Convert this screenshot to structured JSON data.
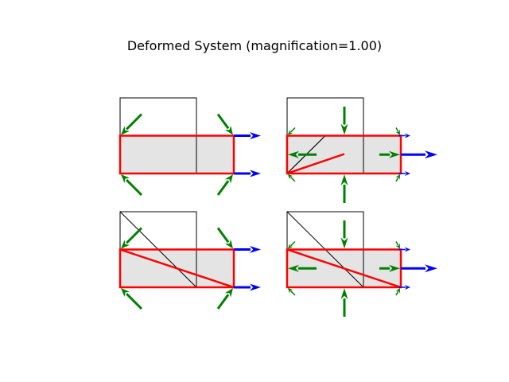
{
  "title": "Deformed System (magnification=1.00)",
  "colors": {
    "undeformed": "#000000",
    "deformed_outline": "#ff0000",
    "deformed_fill": "#e4e4e4",
    "reaction_force": "#008000",
    "applied_force": "#0000ff",
    "background": "#ffffff"
  },
  "panels": [
    {
      "name": "top-left",
      "undeformed_diagonal": false,
      "deformed_diagonal": "none",
      "applied_loads": [
        "right-top",
        "right-bottom"
      ],
      "reactions": [
        "corner-diagonal"
      ]
    },
    {
      "name": "top-right",
      "undeformed_diagonal": false,
      "deformed_diagonal": "partial",
      "applied_loads": [
        "right-mid"
      ],
      "reactions": [
        "mid-vertical",
        "mid-horizontal",
        "corner-small"
      ]
    },
    {
      "name": "bottom-left",
      "undeformed_diagonal": true,
      "deformed_diagonal": "full",
      "applied_loads": [
        "right-top",
        "right-bottom"
      ],
      "reactions": [
        "corner-diagonal"
      ]
    },
    {
      "name": "bottom-right",
      "undeformed_diagonal": true,
      "deformed_diagonal": "full",
      "applied_loads": [
        "right-mid"
      ],
      "reactions": [
        "mid-vertical",
        "mid-horizontal",
        "corner-small"
      ]
    }
  ]
}
